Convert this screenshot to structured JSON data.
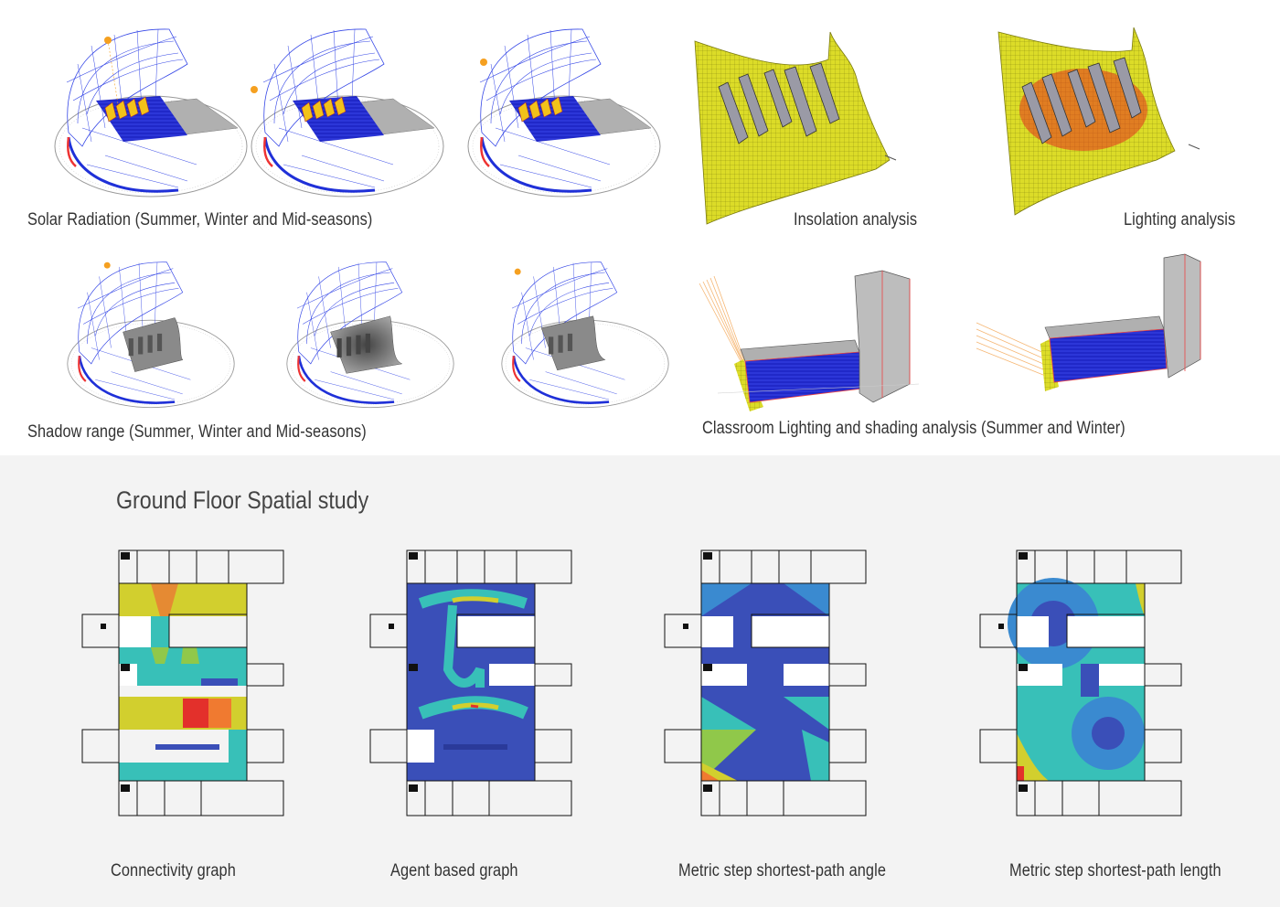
{
  "captions": {
    "solar_radiation": "Solar Radiation (Summer, Winter and Mid-seasons)",
    "insolation": "Insolation analysis",
    "lighting": "Lighting analysis",
    "shadow_range": "Shadow range (Summer, Winter and Mid-seasons)",
    "classroom": "Classroom Lighting and shading analysis (Summer and Winter)"
  },
  "spatial_study": {
    "title": "Ground Floor Spatial study",
    "plans": [
      {
        "label": "Connectivity graph"
      },
      {
        "label": "Agent based graph"
      },
      {
        "label": "Metric step shortest-path angle"
      },
      {
        "label": "Metric step shortest-path length"
      }
    ]
  },
  "colors": {
    "dome_grid": "#2f3fe0",
    "sun_path": "#1e2fd8",
    "insolation_yellow": "#d9d92a",
    "plan_yellow": "#d2cf2e",
    "plan_cyan": "#38c0b8",
    "plan_red": "#e3302b",
    "plan_blue": "#3a4fb8"
  }
}
